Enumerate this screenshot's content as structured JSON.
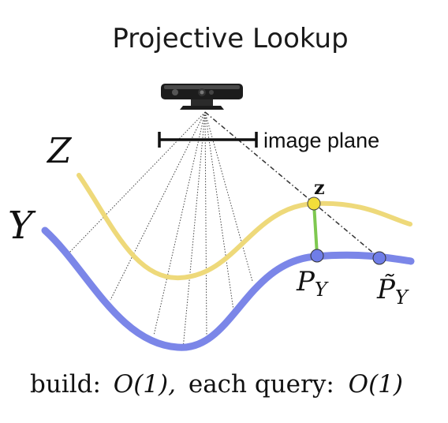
{
  "title": "Projective Lookup",
  "sensor": {
    "icon": "depth-camera-icon"
  },
  "image_plane_label": "image plane",
  "curve_Z_label": "Z",
  "curve_Y_label": "Y",
  "point_z_label": "z",
  "point_Py_label": "P",
  "point_Py_sub": "Y",
  "point_Ptilde_label": "P̃",
  "point_Ptilde_sub": "Y",
  "complexity": {
    "build_text": "build:",
    "build_val": "O(1),",
    "query_text": "each query:",
    "query_val": "O(1)"
  },
  "colors": {
    "curve_Z": "#eed97a",
    "curve_Y": "#7b86e8",
    "point_z": "#f2dd3a",
    "point_blue": "#6f7de8",
    "projection_line": "#7ec850"
  }
}
